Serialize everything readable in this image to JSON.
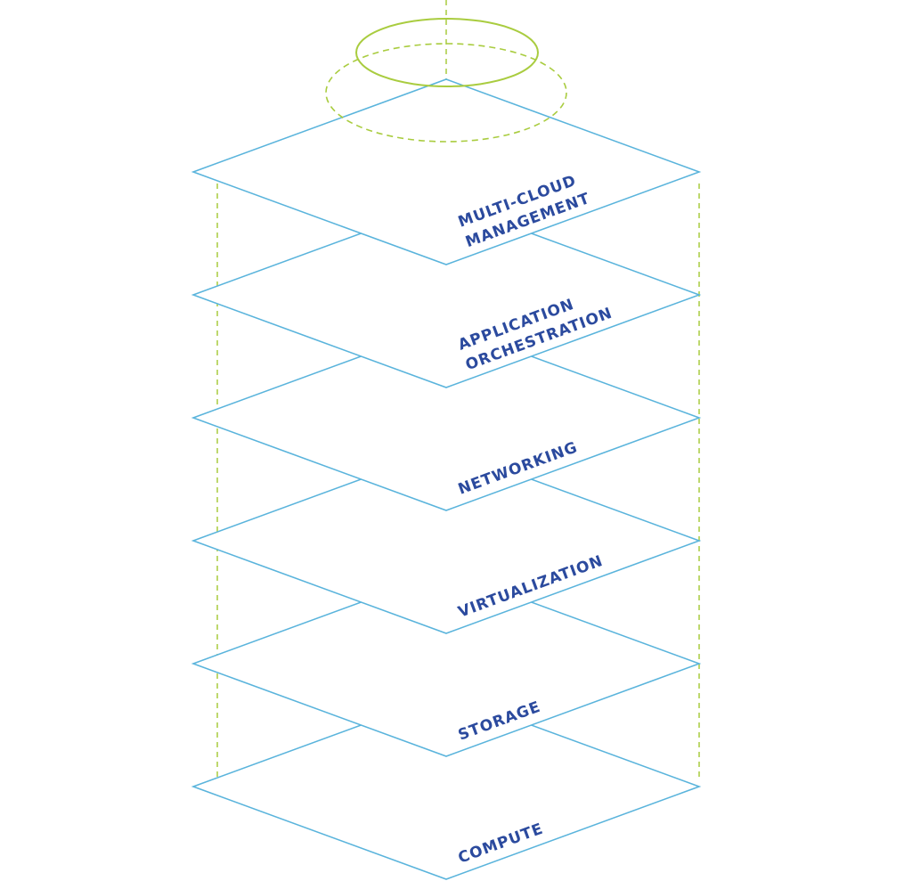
{
  "colors": {
    "plane_stroke": "#5ab4dc",
    "guide_dash": "#a9cc3f",
    "ring": "#a9cc3f",
    "label_text": "#2b4a9e",
    "background": "#ffffff"
  },
  "diagram": {
    "layers": [
      {
        "lines": [
          "MULTI-CLOUD",
          "MANAGEMENT"
        ]
      },
      {
        "lines": [
          "APPLICATION",
          "ORCHESTRATION"
        ]
      },
      {
        "lines": [
          "NETWORKING"
        ]
      },
      {
        "lines": [
          "VIRTUALIZATION"
        ]
      },
      {
        "lines": [
          "STORAGE"
        ]
      },
      {
        "lines": [
          "COMPUTE"
        ]
      }
    ]
  }
}
